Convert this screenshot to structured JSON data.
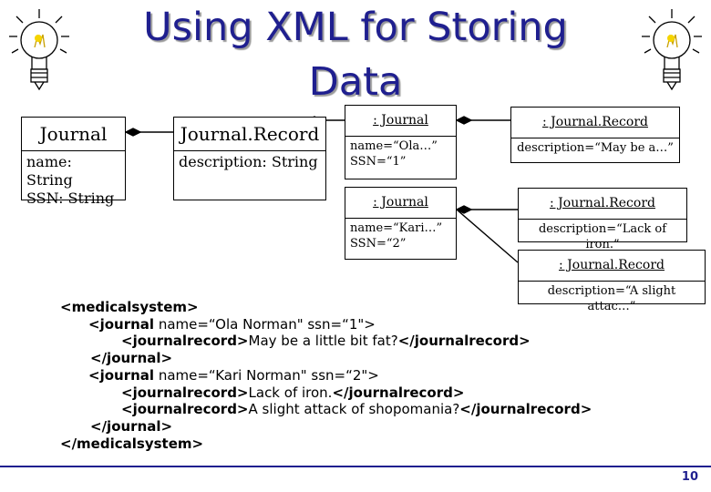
{
  "title": {
    "line1": "Using XML for Storing",
    "line2": "Data"
  },
  "class_diagram": {
    "journal": {
      "name": "Journal",
      "attributes": "name: String\nSSN: String"
    },
    "journal_record": {
      "name": "Journal.Record",
      "attributes": "description: String"
    }
  },
  "object_diagram": {
    "journal_1": {
      "name": ": Journal",
      "attributes": "name=“Ola…”\nSSN=“1”"
    },
    "journal_2": {
      "name": ": Journal",
      "attributes": "name=“Kari…”\nSSN=“2”"
    },
    "record_1": {
      "name": ": Journal.Record",
      "attributes": "description=“May be a…”"
    },
    "record_2": {
      "name": ": Journal.Record",
      "attributes": "description=“Lack of iron.”"
    },
    "record_3": {
      "name": ": Journal.Record",
      "attributes": "description=“A slight attac…”"
    }
  },
  "xml_code": {
    "l1": "<medicalsystem>",
    "l2_tag": "<journal",
    "l2_attr": " name=“Ola Norman\" ssn=“1\">",
    "l3_open": "<journalrecord>",
    "l3_text": "May be a little bit fat?",
    "l3_close": "</journalrecord>",
    "l4": "</journal>",
    "l5_tag": "<journal",
    "l5_attr": " name=“Kari Norman\" ssn=“2\">",
    "l6_open": "<journalrecord>",
    "l6_text": "Lack of iron.",
    "l6_close": "</journalrecord>",
    "l7_open": "<journalrecord>",
    "l7_text": "A slight attack of shopomania?",
    "l7_close": "</journalrecord>",
    "l8": "</journal>",
    "l9": "</medicalsystem>"
  },
  "page_number": "10",
  "colors": {
    "title": "#1f1f8f",
    "accent": "#1f1f8f"
  }
}
